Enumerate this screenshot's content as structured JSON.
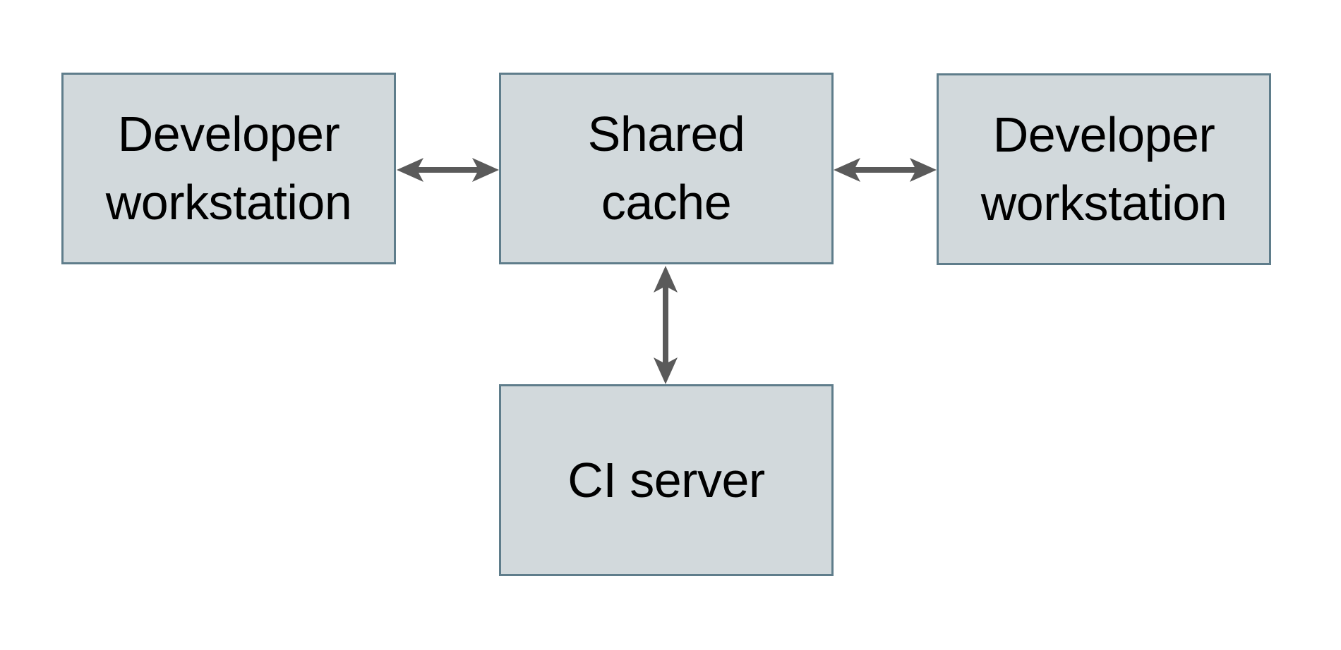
{
  "diagram": {
    "type": "architecture-diagram",
    "nodes": [
      {
        "id": "developer-workstation-left",
        "lines": [
          "Developer",
          "workstation"
        ],
        "label": "Developer workstation"
      },
      {
        "id": "shared-cache",
        "lines": [
          "Shared",
          "cache"
        ],
        "label": "Shared cache"
      },
      {
        "id": "developer-workstation-right",
        "lines": [
          "Developer",
          "workstation"
        ],
        "label": "Developer workstation"
      },
      {
        "id": "ci-server",
        "lines": [
          "CI server"
        ],
        "label": "CI server"
      }
    ],
    "edges": [
      {
        "from": "developer-workstation-left",
        "to": "shared-cache",
        "direction": "bidirectional"
      },
      {
        "from": "developer-workstation-right",
        "to": "shared-cache",
        "direction": "bidirectional"
      },
      {
        "from": "ci-server",
        "to": "shared-cache",
        "direction": "bidirectional"
      }
    ]
  },
  "colors": {
    "background": "#ffffff",
    "node_fill": "#d2d9dc",
    "node_border": "#5f7d8b",
    "arrow": "#5a5a5a",
    "text": "#000000"
  }
}
